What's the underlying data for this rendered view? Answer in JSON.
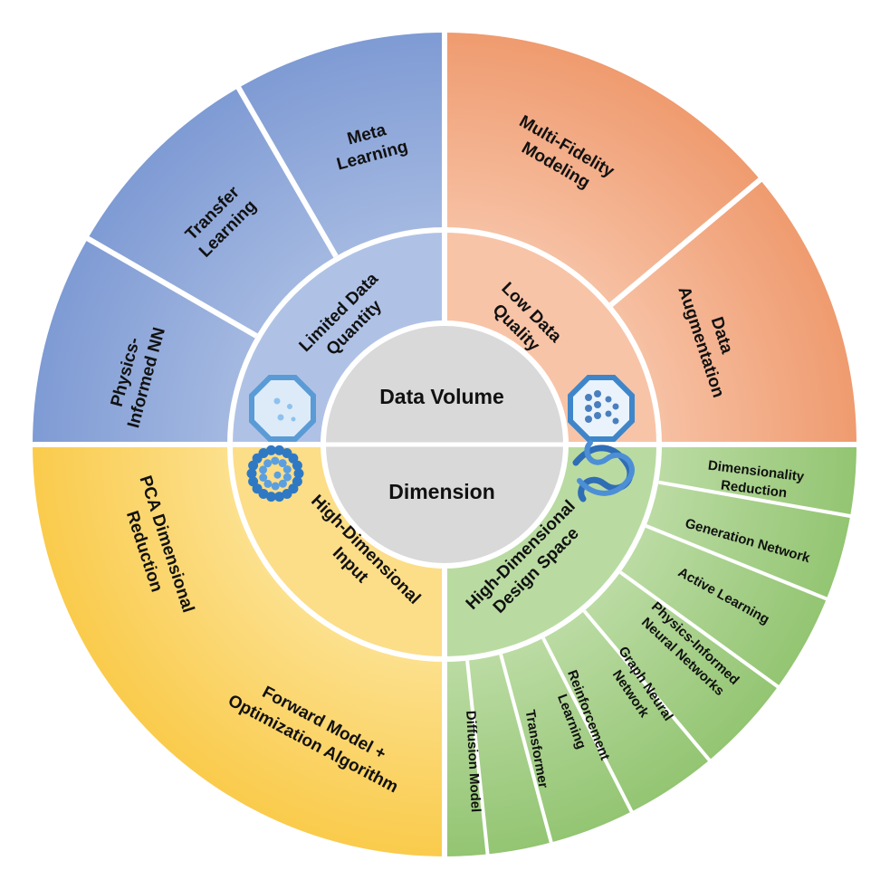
{
  "diagram": {
    "center": {
      "top_label": "Data Volume",
      "bottom_label": "Dimension"
    },
    "quadrants": {
      "limited_data_quantity": {
        "label": [
          "Limited Data",
          "Quantity"
        ],
        "color": "#8FA8DA",
        "icon": "octagon-particles-icon",
        "methods": [
          [
            "Physics-",
            "Informed NN"
          ],
          [
            "Transfer",
            "Learning"
          ],
          [
            "Meta",
            "Learning"
          ]
        ]
      },
      "low_data_quality": {
        "label": [
          "Low Data",
          "Quality"
        ],
        "color": "#F2A77E",
        "icon": "octagon-lattice-icon",
        "methods": [
          [
            "Multi-Fidelity",
            "Modeling"
          ],
          [
            "Data",
            "Augmentation"
          ]
        ]
      },
      "high_dimensional_input": {
        "label": [
          "High-Dimensional",
          "Input"
        ],
        "color": "#FBD15E",
        "icon": "bead-ring-icon",
        "methods": [
          [
            "PCA Dimensional",
            "Reduction"
          ],
          [
            "Forward Model +",
            "Optimization Algorithm"
          ]
        ]
      },
      "high_dimensional_design_space": {
        "label": [
          "High-Dimensional",
          "Design Space"
        ],
        "color": "#A3CF84",
        "icon": "twisted-ribbon-icon",
        "methods": [
          [
            "Dimensionality",
            "Reduction"
          ],
          [
            "Generation Network"
          ],
          [
            "Active Learning"
          ],
          [
            "Physics-Informed",
            "Neural Networks"
          ],
          [
            "Graph Neural",
            "Network"
          ],
          [
            "Reinforcement",
            "Learning"
          ],
          [
            "Transformer"
          ],
          [
            "Diffusion Model"
          ]
        ]
      }
    }
  }
}
